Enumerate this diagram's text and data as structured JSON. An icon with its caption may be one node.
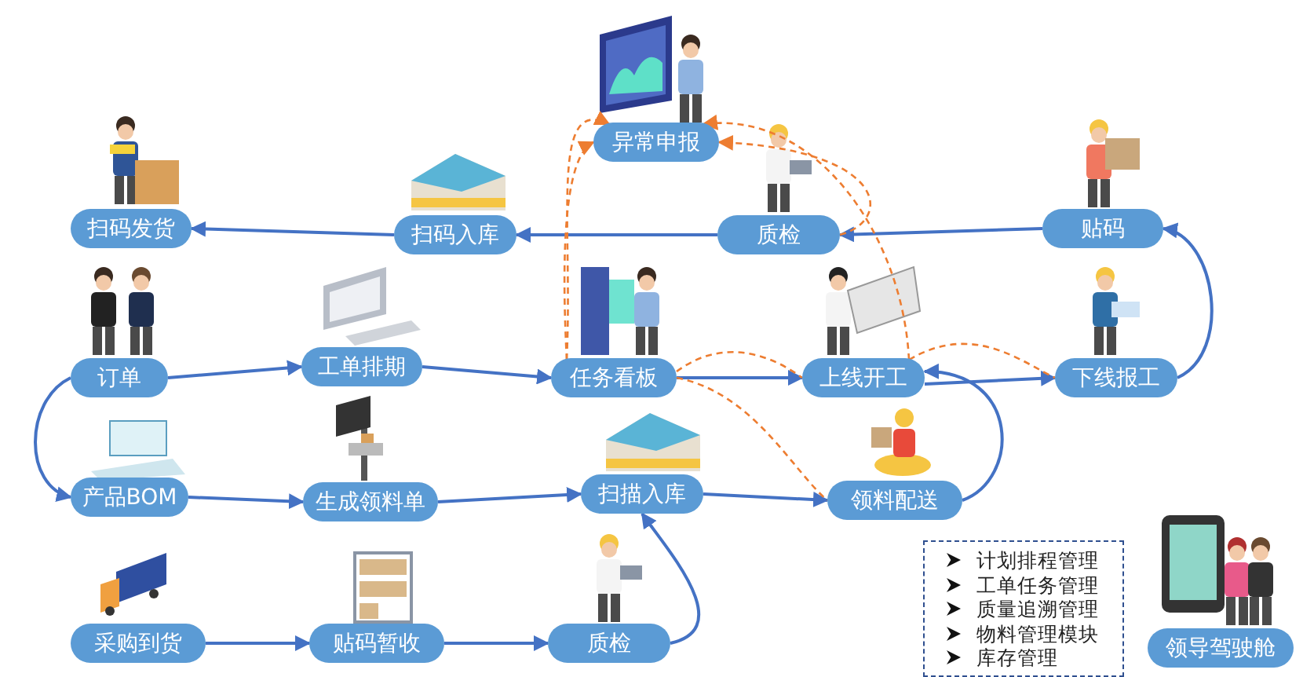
{
  "diagram": {
    "nodes": [
      {
        "text": [
          "异常申报"
        ]
      },
      {
        "text": [
          "扫码发货"
        ]
      },
      {
        "text": [
          "扫码入库"
        ]
      },
      {
        "text": [
          "质检"
        ]
      },
      {
        "text": [
          "贴码"
        ]
      },
      {
        "text": [
          "订单"
        ]
      },
      {
        "text": [
          "工单排期"
        ]
      },
      {
        "text": [
          "任务看板"
        ]
      },
      {
        "text": [
          "上线开工"
        ]
      },
      {
        "text": [
          "下线报工"
        ]
      },
      {
        "text": [
          "产品BOM"
        ]
      },
      {
        "text": [
          "生成领料单"
        ]
      },
      {
        "text": [
          "扫描入库"
        ]
      },
      {
        "text": [
          "领料配送"
        ]
      },
      {
        "text": [
          "采购到货"
        ]
      },
      {
        "text": [
          "贴码暂收"
        ]
      },
      {
        "text": [
          "质检"
        ]
      },
      {
        "text": [
          "领导驾驶舱"
        ]
      },
      {
        "text": [
          "计划排程管理",
          "工单任务管理",
          "质量追溯管理",
          "物料管理模块",
          "库存管理"
        ]
      }
    ],
    "edges": [
      {
        "from": 2,
        "to": 1,
        "arrow": "to"
      },
      {
        "from": 3,
        "to": 2,
        "arrow": "to"
      },
      {
        "from": 4,
        "to": 3,
        "arrow": "to"
      },
      {
        "from": 9,
        "to": 4,
        "arrow": "to"
      },
      {
        "from": 5,
        "to": 6,
        "arrow": "to"
      },
      {
        "from": 6,
        "to": 7,
        "arrow": "to"
      },
      {
        "from": 7,
        "to": 8,
        "arrow": "to"
      },
      {
        "from": 8,
        "to": 9,
        "arrow": "to"
      },
      {
        "from": 5,
        "to": 10,
        "arrow": "to"
      },
      {
        "from": 10,
        "to": 11,
        "arrow": "to"
      },
      {
        "from": 11,
        "to": 12,
        "arrow": "to"
      },
      {
        "from": 12,
        "to": 13,
        "arrow": "to"
      },
      {
        "from": 13,
        "to": 8,
        "arrow": "to"
      },
      {
        "from": 14,
        "to": 15,
        "arrow": "to"
      },
      {
        "from": 15,
        "to": 16,
        "arrow": "to"
      },
      {
        "from": 16,
        "to": 12,
        "arrow": "to"
      },
      {
        "from": 7,
        "to": 0,
        "arrow": "to",
        "style": "dashed",
        "color": "#ed7d31"
      },
      {
        "from": 7,
        "to": 0,
        "arrow": "to",
        "style": "dashed",
        "color": "#ed7d31"
      },
      {
        "from": 3,
        "to": 0,
        "arrow": "to",
        "style": "dashed",
        "color": "#ed7d31"
      },
      {
        "from": 8,
        "to": 0,
        "arrow": "to",
        "style": "dashed",
        "color": "#ed7d31"
      },
      {
        "from": 7,
        "to": 8,
        "arrow": "none",
        "style": "dashed",
        "color": "#ed7d31"
      },
      {
        "from": 7,
        "to": 13,
        "arrow": "none",
        "style": "dashed",
        "color": "#ed7d31"
      },
      {
        "from": 8,
        "to": 9,
        "arrow": "none",
        "style": "dashed",
        "color": "#ed7d31"
      }
    ]
  }
}
